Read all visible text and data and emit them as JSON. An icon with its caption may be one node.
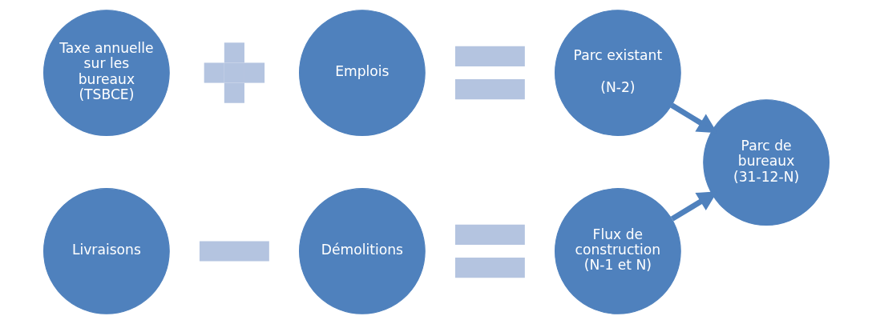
{
  "diagram": {
    "nodes": [
      {
        "text": [
          "Taxe annuelle sur les bureaux (TSBCE)"
        ]
      },
      {
        "text": [],
        "shape": "plus"
      },
      {
        "text": [
          "Emplois"
        ]
      },
      {
        "text": [],
        "shape": "equals"
      },
      {
        "text": [
          "Parc existant",
          "(N-2)"
        ]
      },
      {
        "text": [
          "Livraisons"
        ]
      },
      {
        "text": [],
        "shape": "minus"
      },
      {
        "text": [
          "Démolitions"
        ]
      },
      {
        "text": [],
        "shape": "equals"
      },
      {
        "text": [
          "Flux de construction (N-1 et N)"
        ]
      },
      {
        "text": [
          "Parc de bureaux (31-12-N)"
        ]
      }
    ],
    "edges": [
      {
        "from": 4,
        "to": 10,
        "arrow": "to"
      },
      {
        "from": 9,
        "to": 10,
        "arrow": "to"
      }
    ]
  }
}
